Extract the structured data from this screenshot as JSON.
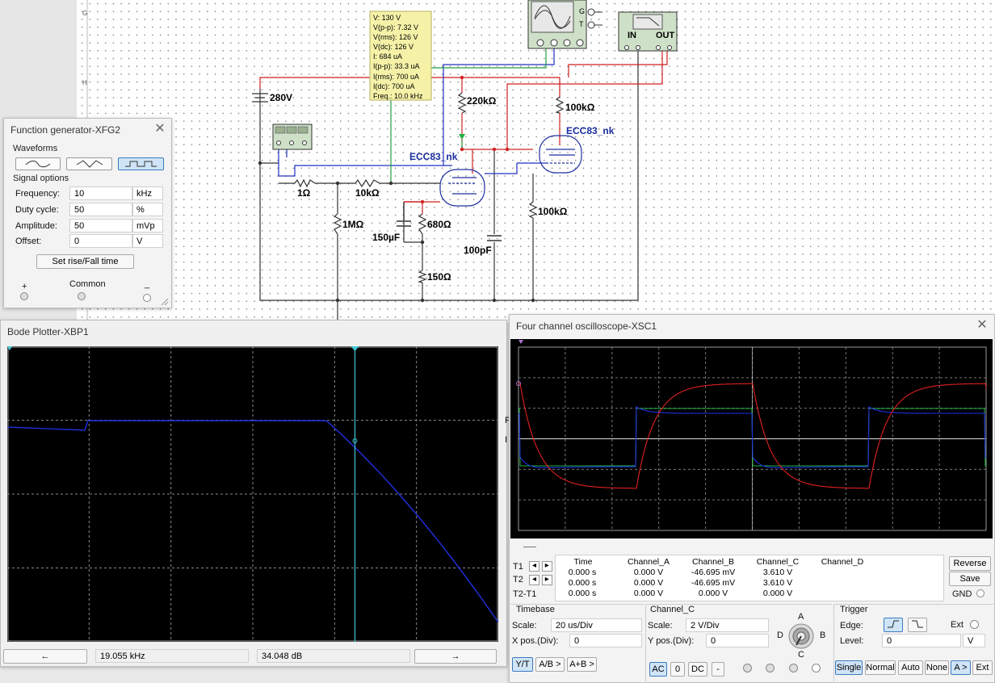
{
  "probe": {
    "lines": [
      "V: 130 V",
      "V(p-p): 7.32 V",
      "V(rms): 126 V",
      "V(dc): 126 V",
      "I: 684 uA",
      "I(p-p): 33.3 uA",
      "I(rms): 700 uA",
      "I(dc): 700 uA",
      "Freq.: 10.0 kHz"
    ]
  },
  "schematic": {
    "supply": "280V",
    "r_220k": "220kΩ",
    "r_100k_top": "100kΩ",
    "r_100k_mid": "100kΩ",
    "tube1": "ECC83_nk",
    "tube2": "ECC83_nk",
    "r_1": "1Ω",
    "r_10k": "10kΩ",
    "r_1m": "1MΩ",
    "c_150u": "150µF",
    "r_680": "680Ω",
    "c_100p": "100pF",
    "r_150": "150Ω",
    "bode_in": "IN",
    "bode_out": "OUT",
    "scope_g": "G",
    "scope_t": "T",
    "row_g": "G",
    "row_h": "H"
  },
  "fgen": {
    "title": "Function generator-XFG2",
    "waveforms_label": "Waveforms",
    "signal_label": "Signal options",
    "rows": [
      {
        "label": "Frequency:",
        "value": "10",
        "unit": "kHz"
      },
      {
        "label": "Duty cycle:",
        "value": "50",
        "unit": "%"
      },
      {
        "label": "Amplitude:",
        "value": "50",
        "unit": "mVp"
      },
      {
        "label": "Offset:",
        "value": "0",
        "unit": "V"
      }
    ],
    "rise_button": "Set rise/Fall time",
    "plus": "+",
    "common": "Common",
    "minus": "_"
  },
  "bode": {
    "title": "Bode Plotter-XBP1",
    "freq_readout": "19.055 kHz",
    "db_readout": "34.048 dB",
    "left_arrow": "←",
    "right_arrow": "→",
    "cursor_frac": 0.708
  },
  "scope": {
    "title": "Four channel oscilloscope-XSC1",
    "table_headers": [
      "Time",
      "Channel_A",
      "Channel_B",
      "Channel_C",
      "Channel_D"
    ],
    "row_labels": [
      "T1",
      "T2",
      "T2-T1"
    ],
    "rows": [
      [
        "0.000 s",
        "0.000 V",
        "-46.695 mV",
        "3.610 V",
        ""
      ],
      [
        "0.000 s",
        "0.000 V",
        "-46.695 mV",
        "3.610 V",
        ""
      ],
      [
        "0.000 s",
        "0.000 V",
        "0.000 V",
        "0.000 V",
        ""
      ]
    ],
    "reverse": "Reverse",
    "save": "Save",
    "gnd": "GND",
    "timebase": {
      "label": "Timebase",
      "scale_label": "Scale:",
      "scale": "20 us/Div",
      "xpos_label": "X pos.(Div):",
      "xpos": "0"
    },
    "mode_buttons": [
      "Y/T",
      "A/B >",
      "A+B >"
    ],
    "channel": {
      "label": "Channel_C",
      "scale_label": "Scale:",
      "scale": "2  V/Div",
      "ypos_label": "Y pos.(Div):",
      "ypos": "0"
    },
    "coupling": [
      "AC",
      "0",
      "DC",
      "-"
    ],
    "knob": {
      "a": "A",
      "b": "B",
      "c": "C",
      "d": "D"
    },
    "trigger": {
      "label": "Trigger",
      "edge_label": "Edge:",
      "level_label": "Level:",
      "level": "0",
      "level_unit": "V",
      "ext": "Ext"
    },
    "trig_buttons": [
      "Single",
      "Normal",
      "Auto",
      "None",
      "A >",
      "Ext"
    ]
  },
  "colors": {
    "trace_red": "#e02020",
    "trace_blue": "#2030e0",
    "trace_green": "#20b040",
    "wire_red": "#d02020",
    "wire_blue": "#2030c0",
    "wire_green": "#20a040",
    "cursor": "#40c8d8"
  }
}
